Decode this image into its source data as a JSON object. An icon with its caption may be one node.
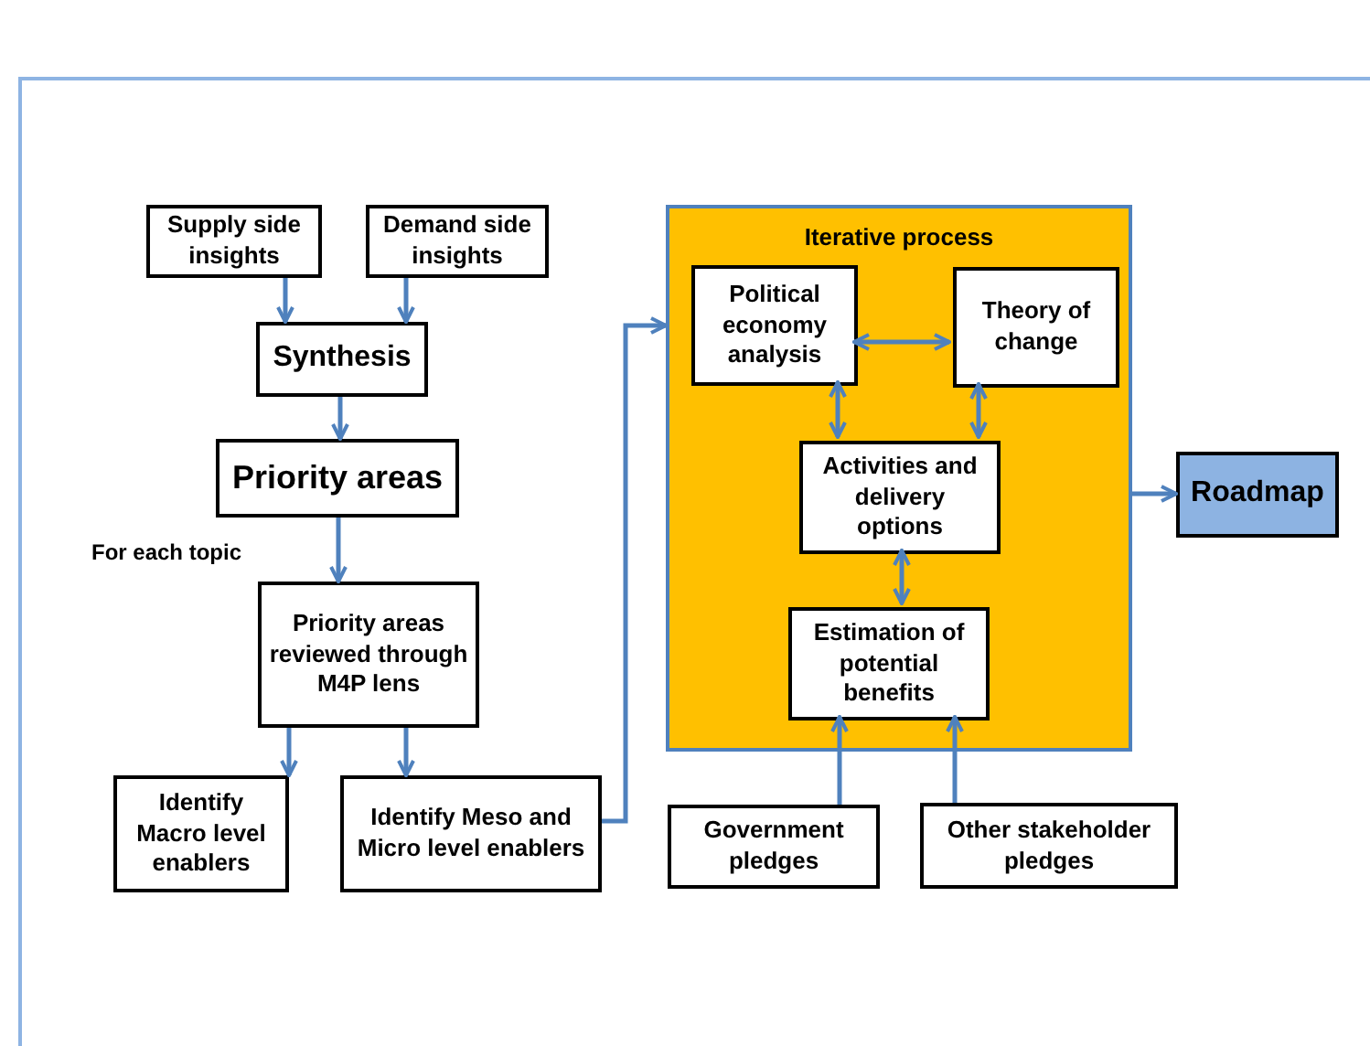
{
  "diagram": {
    "nodes": [
      {
        "text": [
          "Supply side insights"
        ]
      },
      {
        "text": [
          "Demand side insights"
        ]
      },
      {
        "text": [
          "Synthesis"
        ]
      },
      {
        "text": [
          "Priority areas"
        ]
      },
      {
        "text": [
          "Priority areas reviewed through M4P lens"
        ]
      },
      {
        "text": [
          "Identify Macro level enablers"
        ]
      },
      {
        "text": [
          "Identify Meso and Micro level enablers"
        ]
      },
      {
        "text": [
          "Iterative process"
        ]
      },
      {
        "text": [
          "Political economy analysis"
        ],
        "in": 7
      },
      {
        "text": [
          "Theory of change"
        ],
        "in": 7
      },
      {
        "text": [
          "Activities and delivery options"
        ],
        "in": 7
      },
      {
        "text": [
          "Estimation of potential benefits"
        ],
        "in": 7
      },
      {
        "text": [
          "Roadmap"
        ]
      },
      {
        "text": [
          "Government pledges"
        ]
      },
      {
        "text": [
          "Other stakeholder pledges"
        ]
      }
    ],
    "edges": [
      {
        "from": 0,
        "to": 2,
        "arrow": "to"
      },
      {
        "from": 1,
        "to": 2,
        "arrow": "to"
      },
      {
        "from": 2,
        "to": 3,
        "arrow": "to"
      },
      {
        "from": 3,
        "to": 4,
        "arrow": "to"
      },
      {
        "from": 4,
        "to": 5,
        "arrow": "to"
      },
      {
        "from": 4,
        "to": 6,
        "arrow": "to"
      },
      {
        "from": 6,
        "to": 7,
        "arrow": "to"
      },
      {
        "from": 8,
        "to": 9,
        "arrow": "both"
      },
      {
        "from": 8,
        "to": 10,
        "arrow": "both"
      },
      {
        "from": 9,
        "to": 10,
        "arrow": "both"
      },
      {
        "from": 10,
        "to": 11,
        "arrow": "both"
      },
      {
        "from": 13,
        "to": 11,
        "arrow": "to"
      },
      {
        "from": 14,
        "to": 11,
        "arrow": "to"
      },
      {
        "from": 7,
        "to": 12,
        "arrow": "to"
      }
    ],
    "labels": [
      "For each topic"
    ]
  }
}
